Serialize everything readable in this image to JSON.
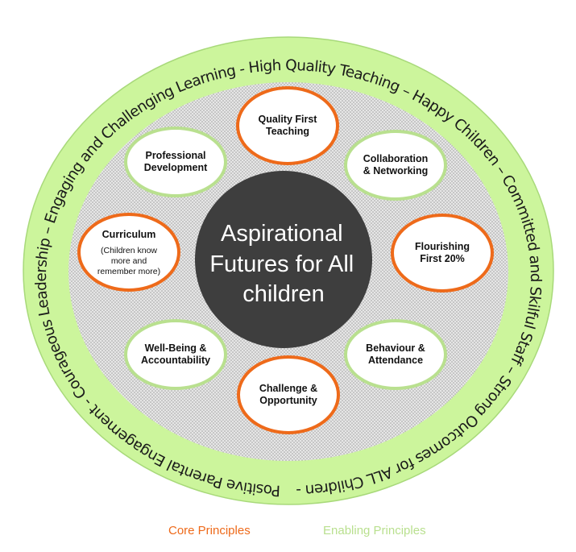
{
  "colors": {
    "outer_ring": "#ccf59c",
    "outer_ring_stroke": "#a8d97a",
    "inner_fill": "#e4e4e4",
    "core": "#ee6a1a",
    "enabling": "#b9e08f",
    "hub": "#3e3e3e"
  },
  "ring_text": "Positive Parental Engagement - Courageous Leadership – Engaging and Challenging Learning - High Quality Teaching – Happy Children – Committed and Skilful Staff – Strong Outcomes for ALL Children -",
  "center": {
    "lines": [
      "Aspirational",
      "Futures for All",
      "children"
    ]
  },
  "nodes": [
    {
      "id": "quality-first-teaching",
      "type": "core",
      "lines": [
        "Quality First",
        "Teaching"
      ],
      "sub": []
    },
    {
      "id": "collaboration-networking",
      "type": "enabling",
      "lines": [
        "Collaboration",
        "& Networking"
      ],
      "sub": []
    },
    {
      "id": "flourishing-first",
      "type": "core",
      "lines": [
        "Flourishing",
        "First 20%"
      ],
      "sub": []
    },
    {
      "id": "behaviour-attendance",
      "type": "enabling",
      "lines": [
        "Behaviour &",
        "Attendance"
      ],
      "sub": []
    },
    {
      "id": "challenge-opportunity",
      "type": "core",
      "lines": [
        "Challenge &",
        "Opportunity"
      ],
      "sub": []
    },
    {
      "id": "well-being-accountability",
      "type": "enabling",
      "lines": [
        "Well-Being &",
        "Accountability"
      ],
      "sub": []
    },
    {
      "id": "curriculum",
      "type": "core",
      "lines": [
        "Curriculum"
      ],
      "sub": [
        "(Children know",
        "more and",
        "remember more)"
      ]
    },
    {
      "id": "professional-development",
      "type": "enabling",
      "lines": [
        "Professional",
        "Development"
      ],
      "sub": []
    }
  ],
  "legend": {
    "core": "Core Principles",
    "enabling": "Enabling Principles"
  }
}
